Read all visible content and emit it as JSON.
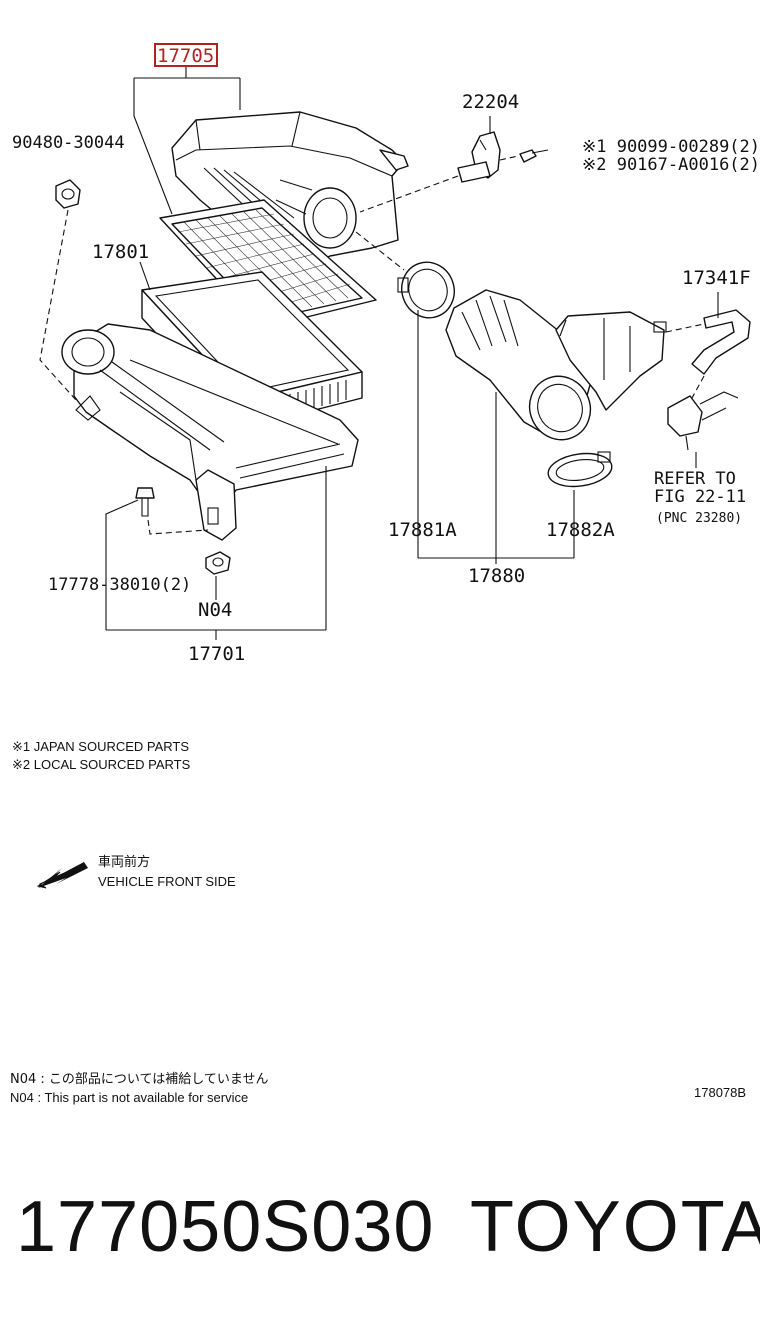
{
  "labels": {
    "air_cleaner_cap": "17705",
    "mass_air_flow_sensor": "22204",
    "grommet": "90480-30044",
    "screw_local_1": "※1 90099-00289(2)",
    "screw_local_2": "※2 90167-A0016(2)",
    "element": "17801",
    "hose": "17341F",
    "bolt": "17778-38010(2)",
    "nut": "N04",
    "case": "17701",
    "clamp_a": "17881A",
    "clamp_b": "17882A",
    "inlet_hose": "17880",
    "refer_1": "REFER TO",
    "refer_2": "FIG 22-11",
    "refer_3": "(PNC 23280)"
  },
  "notes": {
    "japan_sourced": "※1 JAPAN SOURCED PARTS",
    "local_sourced": "※2 LOCAL SOURCED PARTS",
    "front_jp": "車両前方",
    "front_en": "VEHICLE FRONT SIDE",
    "n04_jp": "N04 : この部品については補給していません",
    "n04_en": "N04 : This part is not available for service",
    "figure_code": "178078B"
  },
  "footer": {
    "part_number": "177050S030",
    "brand": "TOYOTA"
  },
  "colors": {
    "highlight": "#b22222",
    "line": "#111111",
    "background": "#ffffff"
  }
}
